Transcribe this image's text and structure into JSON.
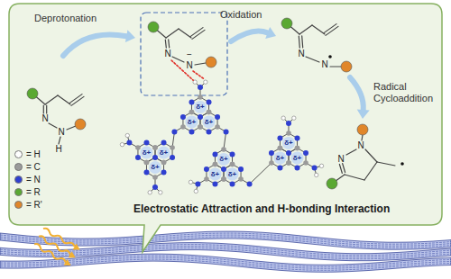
{
  "diagram": {
    "labels": [
      "Deprotonation",
      "N",
      "N",
      "H",
      "N",
      "N",
      "−",
      "Oxidation",
      "N",
      "N",
      "Radical Cycloaddition",
      "δ+",
      "δ+",
      "δ+",
      "δ+",
      "δ+",
      "δ+",
      "δ+",
      "δ+",
      "δ+",
      "δ+",
      "δ+",
      "δ+",
      "N",
      "N",
      "Electrostatic Attraction and H-bonding Interaction"
    ],
    "legend": [
      {
        "text": "= H",
        "color": "#ffffff"
      },
      {
        "text": "= C",
        "color": "#9a9a9a"
      },
      {
        "text": "= N",
        "color": "#2f3fd0"
      },
      {
        "text": "= R",
        "color": "#5aa832"
      },
      {
        "text": "= R'",
        "color": "#e0862a"
      }
    ]
  }
}
